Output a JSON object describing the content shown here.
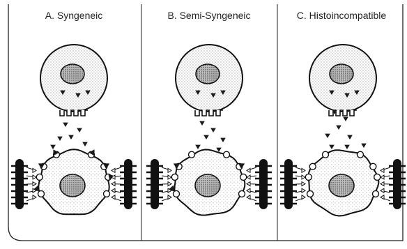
{
  "figure": {
    "panels": [
      {
        "label": "A. Syngeneic",
        "antigen_fit": "matched"
      },
      {
        "label": "B. Semi-Syngeneic",
        "antigen_fit": "partial"
      },
      {
        "label": "C. Histoincompatible",
        "antigen_fit": "mismatched"
      }
    ],
    "colors": {
      "ink": "#1a1a1a",
      "paper": "#ffffff",
      "stipple": "#555555"
    }
  }
}
